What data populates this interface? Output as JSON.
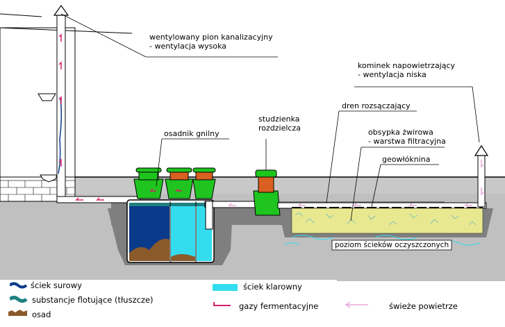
{
  "labels": {
    "vent_stack": [
      "wentylowany pion kanalizacyjny",
      "- wentylacja wysoka"
    ],
    "vent_low": [
      "kominek napowietrzający",
      "- wentylacja niska"
    ],
    "drain": "dren rozsączający",
    "distribution_box": [
      "studzienka",
      "rozdzielcza"
    ],
    "septic_tank": "osadnik gnilny",
    "gravel": [
      "obsypka żwirowa",
      "- warstwa filtracyjna"
    ],
    "geotextile": "geowłóknina",
    "treated_level": "poziom ścieków oczyszczonych"
  },
  "legend": {
    "raw_sewage": "ściek surowy",
    "floating": "substancje flotujące (tłuszcze)",
    "sediment": "osad",
    "clarified": "ściek klarowny",
    "fermentation_gases": "gazy fermentacyjne",
    "fresh_air": "świeże  powietrze"
  },
  "colors": {
    "ground": "#c0c0c0",
    "trench": "#7f7f7f",
    "dark_water": "#0a3a8a",
    "clear_water": "#33ddee",
    "sediment": "#8b5a2b",
    "lid_green": "#1fc41f",
    "lid_orange": "#d86020",
    "gravel": "#e8e890",
    "gas_arrow": "#d8206a",
    "air_arrow": "#e8a8d8"
  }
}
